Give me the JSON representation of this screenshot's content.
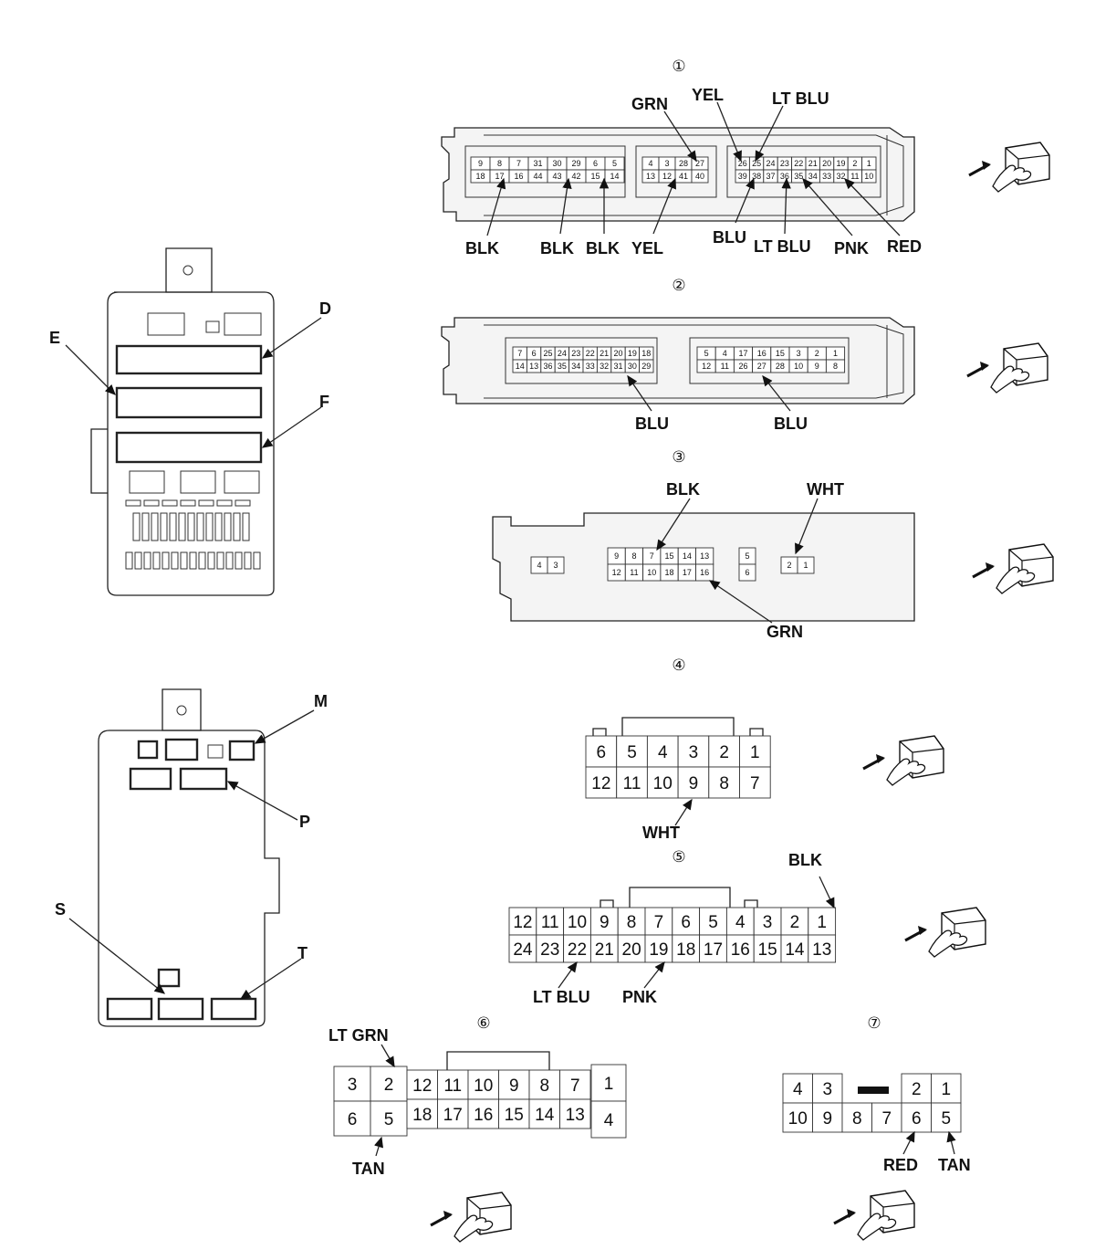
{
  "connector_labels": {
    "c1": "①",
    "c2": "②",
    "c3": "③",
    "c4": "④",
    "c5": "⑤",
    "c6": "⑥",
    "c7": "⑦"
  },
  "box_labels": {
    "D": "D",
    "E": "E",
    "F": "F",
    "M": "M",
    "P": "P",
    "S": "S",
    "T": "T"
  },
  "connector1": {
    "groupA": {
      "top": [
        "9",
        "8",
        "7",
        "31",
        "30",
        "29",
        "6",
        "5"
      ],
      "bottom": [
        "18",
        "17",
        "16",
        "44",
        "43",
        "42",
        "15",
        "14"
      ]
    },
    "groupB": {
      "top": [
        "4",
        "3",
        "28",
        "27"
      ],
      "bottom": [
        "13",
        "12",
        "41",
        "40"
      ]
    },
    "groupC": {
      "top": [
        "26",
        "25",
        "24",
        "23",
        "22",
        "21",
        "20",
        "19",
        "2",
        "1"
      ],
      "bottom": [
        "39",
        "38",
        "37",
        "36",
        "35",
        "34",
        "33",
        "32",
        "11",
        "10"
      ]
    },
    "wires": {
      "grn": "GRN",
      "yel_top": "YEL",
      "ltblu_top": "LT BLU",
      "blk1": "BLK",
      "blk2": "BLK",
      "blk3": "BLK",
      "yel_bottom": "YEL",
      "blu": "BLU",
      "ltblu_bottom": "LT BLU",
      "pnk": "PNK",
      "red": "RED"
    }
  },
  "connector2": {
    "groupA": {
      "top": [
        "7",
        "6",
        "25",
        "24",
        "23",
        "22",
        "21",
        "20",
        "19",
        "18"
      ],
      "bottom": [
        "14",
        "13",
        "36",
        "35",
        "34",
        "33",
        "32",
        "31",
        "30",
        "29"
      ]
    },
    "groupB": {
      "top": [
        "5",
        "4",
        "17",
        "16",
        "15",
        "3",
        "2",
        "1"
      ],
      "bottom": [
        "12",
        "11",
        "26",
        "27",
        "28",
        "10",
        "9",
        "8"
      ]
    },
    "wires": {
      "blu1": "BLU",
      "blu2": "BLU"
    }
  },
  "connector3": {
    "pairA": [
      "4",
      "3"
    ],
    "groupB": {
      "top": [
        "9",
        "8",
        "7",
        "15",
        "14",
        "13"
      ],
      "bottom": [
        "12",
        "11",
        "10",
        "18",
        "17",
        "16"
      ]
    },
    "pairC": [
      "5",
      "6"
    ],
    "pairD": [
      "2",
      "1"
    ],
    "wires": {
      "blk": "BLK",
      "wht": "WHT",
      "grn": "GRN"
    }
  },
  "connector4": {
    "top": [
      "6",
      "5",
      "4",
      "3",
      "2",
      "1"
    ],
    "bottom": [
      "12",
      "11",
      "10",
      "9",
      "8",
      "7"
    ],
    "wires": {
      "wht": "WHT"
    }
  },
  "connector5": {
    "top": [
      "12",
      "11",
      "10",
      "9",
      "8",
      "7",
      "6",
      "5",
      "4",
      "3",
      "2",
      "1"
    ],
    "bottom": [
      "24",
      "23",
      "22",
      "21",
      "20",
      "19",
      "18",
      "17",
      "16",
      "15",
      "14",
      "13"
    ],
    "wires": {
      "blk": "BLK",
      "ltblu": "LT BLU",
      "pnk": "PNK"
    }
  },
  "connector6": {
    "left": {
      "top": [
        "3",
        "2"
      ],
      "bottom": [
        "6",
        "5"
      ]
    },
    "mid": {
      "top": [
        "12",
        "11",
        "10",
        "9",
        "8",
        "7"
      ],
      "bottom": [
        "18",
        "17",
        "16",
        "15",
        "14",
        "13"
      ]
    },
    "right": [
      "1",
      "4"
    ],
    "wires": {
      "ltgrn": "LT GRN",
      "tan": "TAN"
    }
  },
  "connector7": {
    "top": [
      "4",
      "3",
      "2",
      "1"
    ],
    "bottom": [
      "10",
      "9",
      "8",
      "7",
      "6",
      "5"
    ],
    "wires": {
      "red": "RED",
      "tan": "TAN"
    }
  }
}
